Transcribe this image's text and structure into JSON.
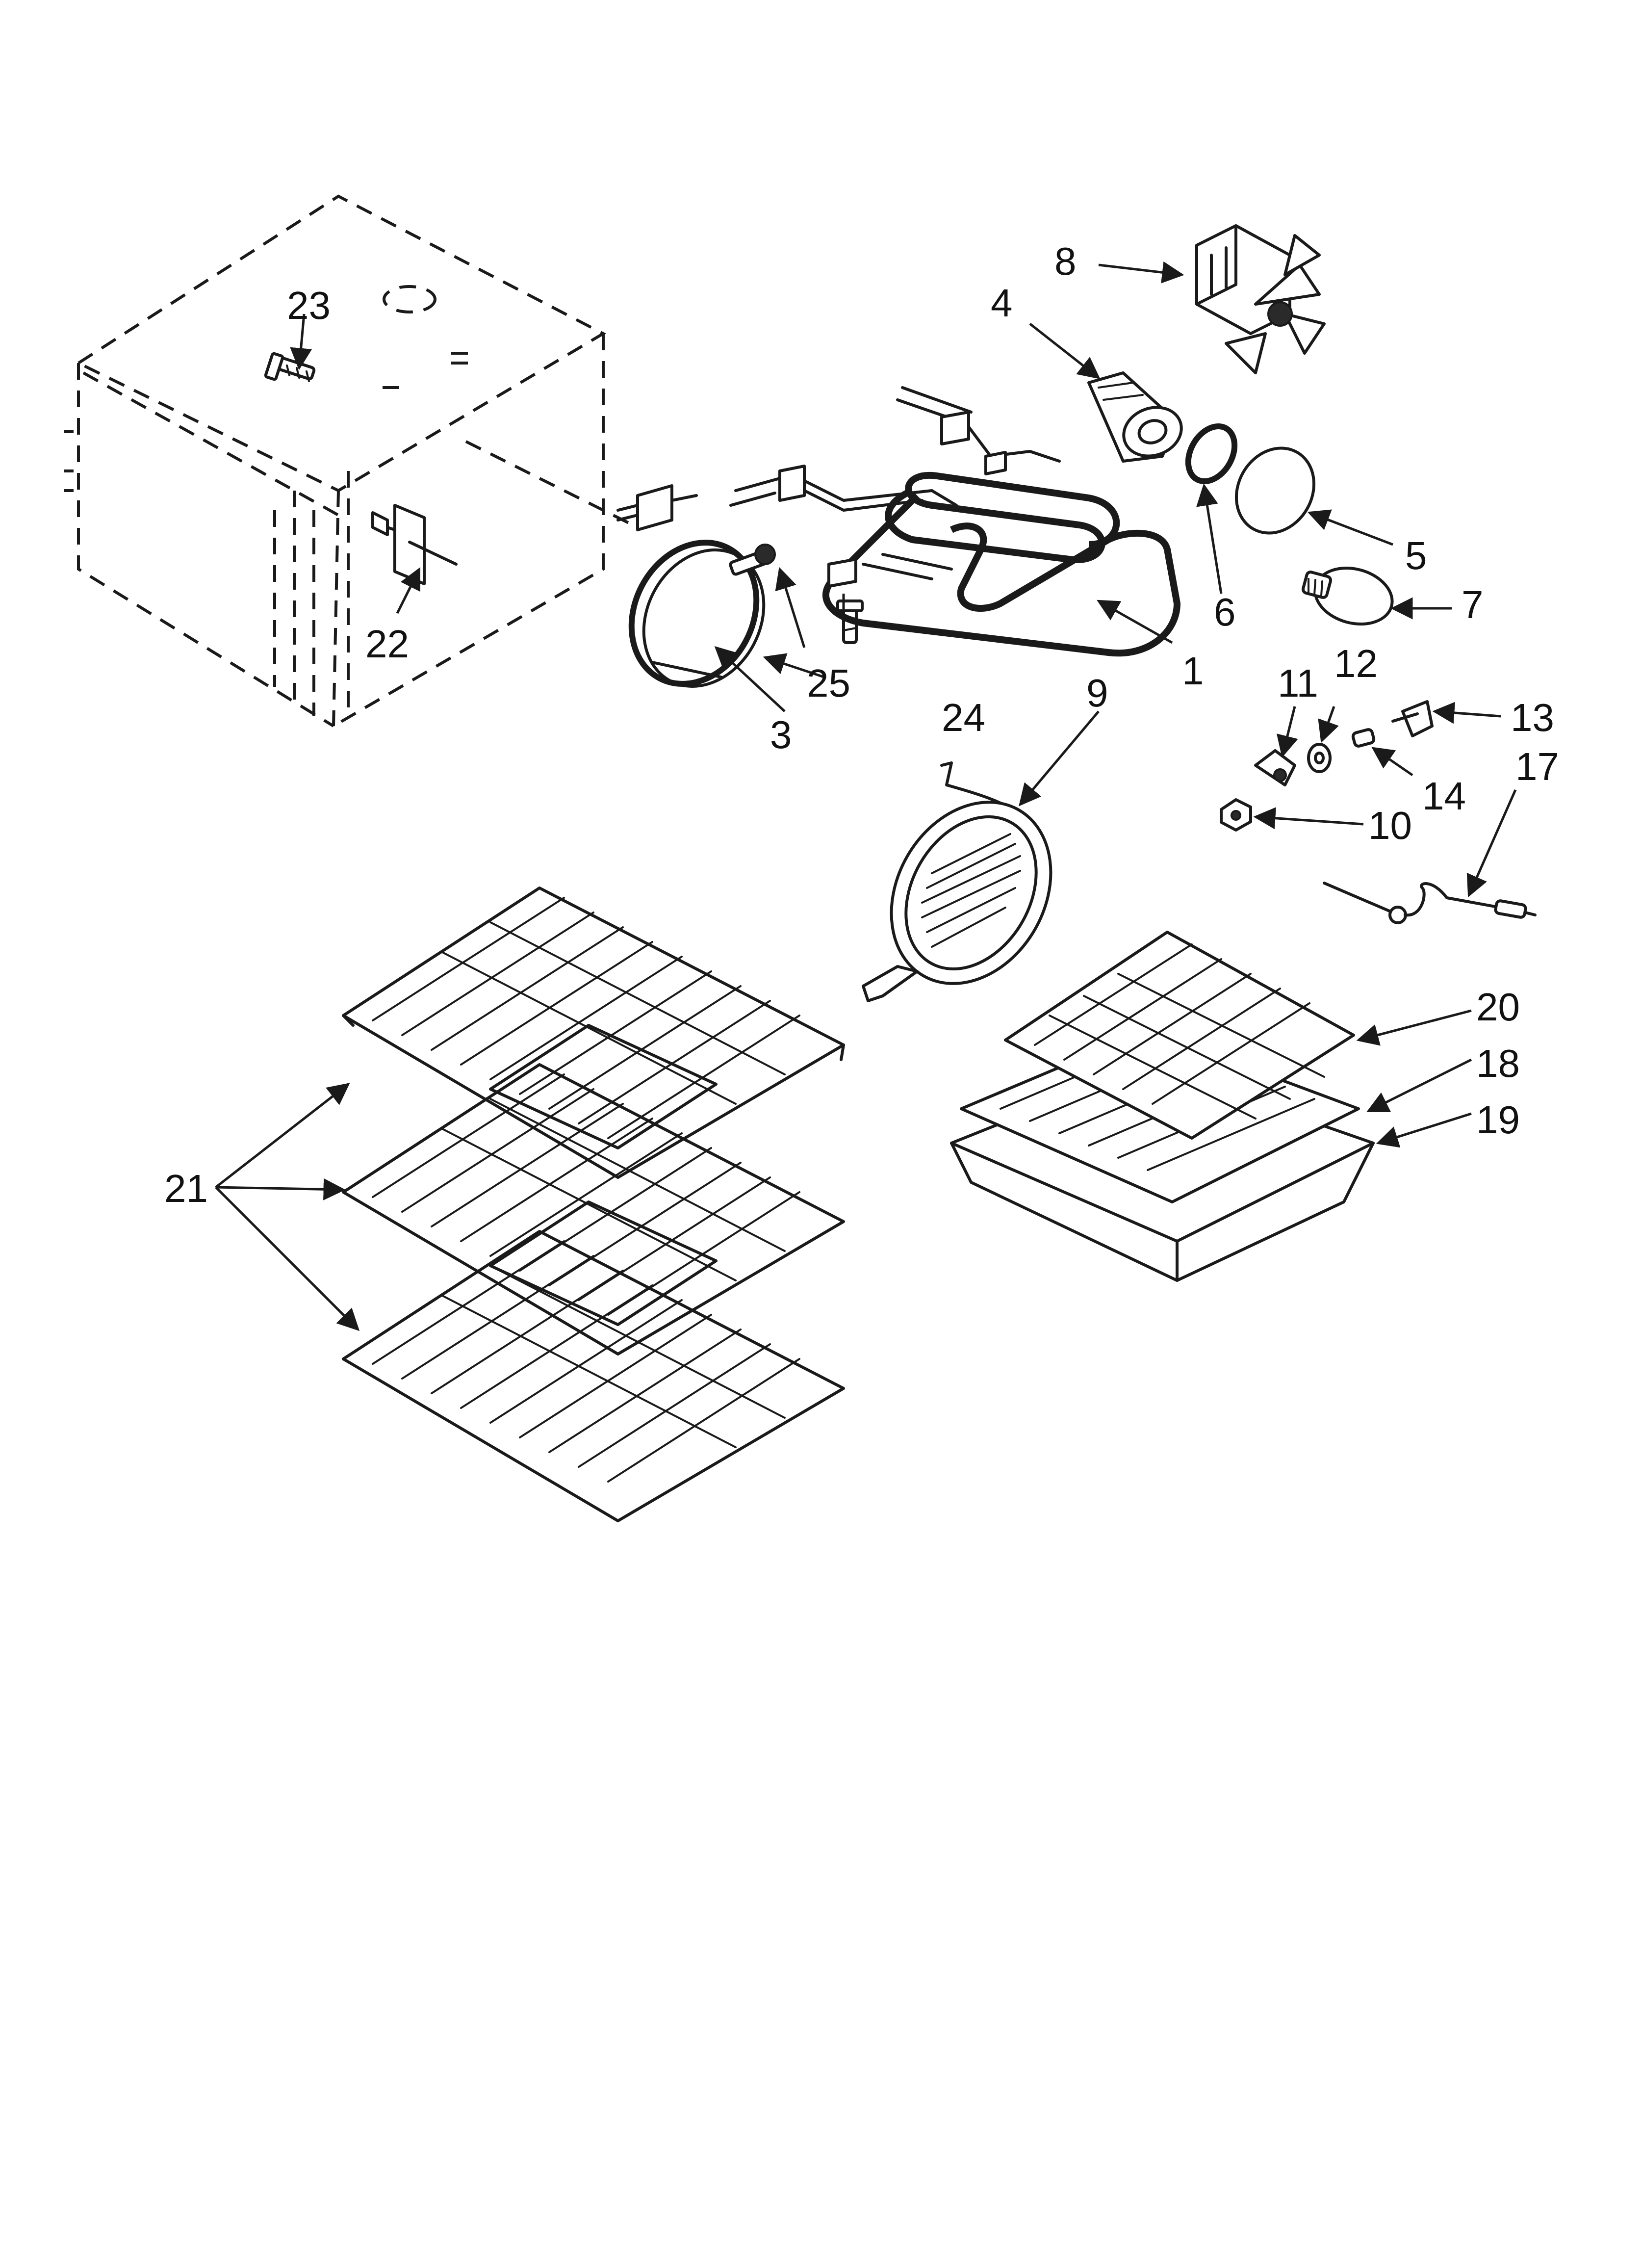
{
  "callouts": {
    "c1": "1",
    "c3": "3",
    "c4": "4",
    "c5": "5",
    "c6": "6",
    "c7": "7",
    "c8": "8",
    "c9": "9",
    "c10": "10",
    "c11": "11",
    "c12": "12",
    "c13": "13",
    "c14": "14",
    "c17": "17",
    "c18": "18",
    "c19": "19",
    "c20": "20",
    "c21": "21",
    "c22": "22",
    "c23": "23",
    "c24": "24",
    "c25": "25"
  }
}
